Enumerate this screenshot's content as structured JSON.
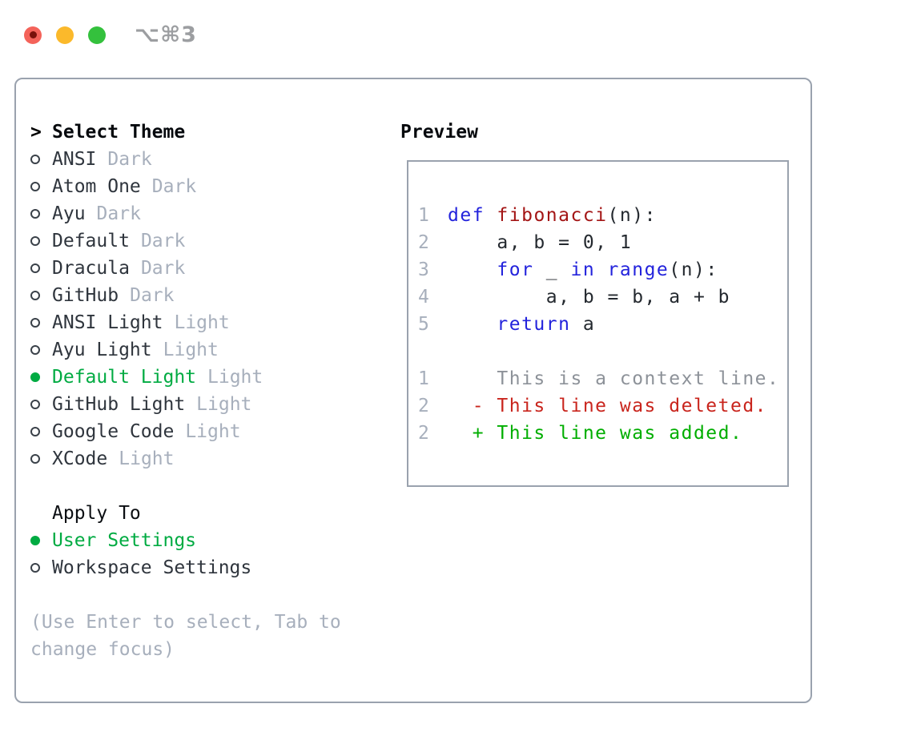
{
  "window": {
    "title": "⌥⌘3"
  },
  "colors": {
    "accent-green": "#00ab42",
    "border": "#9aa2ae",
    "muted": "#a7afbc",
    "keyword-blue": "#2323dc",
    "function-red": "#a31515",
    "diff-deleted": "#c9251d",
    "diff-added": "#00ae00",
    "diff-context": "#8d9299",
    "traffic-red": "#f4635a",
    "traffic-yellow": "#fbb92b",
    "traffic-green": "#34c13d"
  },
  "theme_list": {
    "prompt": ">",
    "title": "Select Theme",
    "items": [
      {
        "name": "ANSI",
        "variant": "Dark",
        "selected": false
      },
      {
        "name": "Atom One",
        "variant": "Dark",
        "selected": false
      },
      {
        "name": "Ayu",
        "variant": "Dark",
        "selected": false
      },
      {
        "name": "Default",
        "variant": "Dark",
        "selected": false
      },
      {
        "name": "Dracula",
        "variant": "Dark",
        "selected": false
      },
      {
        "name": "GitHub",
        "variant": "Dark",
        "selected": false
      },
      {
        "name": "ANSI Light",
        "variant": "Light",
        "selected": false
      },
      {
        "name": "Ayu Light",
        "variant": "Light",
        "selected": false
      },
      {
        "name": "Default Light",
        "variant": "Light",
        "selected": true
      },
      {
        "name": "GitHub Light",
        "variant": "Light",
        "selected": false
      },
      {
        "name": "Google Code",
        "variant": "Light",
        "selected": false
      },
      {
        "name": "XCode",
        "variant": "Light",
        "selected": false
      }
    ]
  },
  "apply_to": {
    "title": "Apply To",
    "options": [
      {
        "name": "User Settings",
        "selected": true
      },
      {
        "name": "Workspace Settings",
        "selected": false
      }
    ]
  },
  "help_text": "(Use Enter to select, Tab to change focus)",
  "preview": {
    "title": "Preview",
    "lines": [
      {
        "num": "1",
        "segments": [
          "def",
          " ",
          "fibonacci",
          "(n):"
        ]
      },
      {
        "num": "2",
        "segments": [
          "    a, b = 0, 1"
        ]
      },
      {
        "num": "3",
        "segments": [
          "    ",
          "for",
          " _ ",
          "in",
          " ",
          "range",
          "(n):"
        ]
      },
      {
        "num": "4",
        "segments": [
          "        a, b = b, a + b"
        ]
      },
      {
        "num": "5",
        "segments": [
          "    ",
          "return",
          " a"
        ]
      },
      {
        "num": "",
        "segments": [
          ""
        ]
      },
      {
        "num": "1",
        "segments": [
          "    This is a context line."
        ]
      },
      {
        "num": "2",
        "segments": [
          "  - This line was deleted."
        ]
      },
      {
        "num": "2",
        "segments": [
          "  + This line was added."
        ]
      }
    ]
  }
}
